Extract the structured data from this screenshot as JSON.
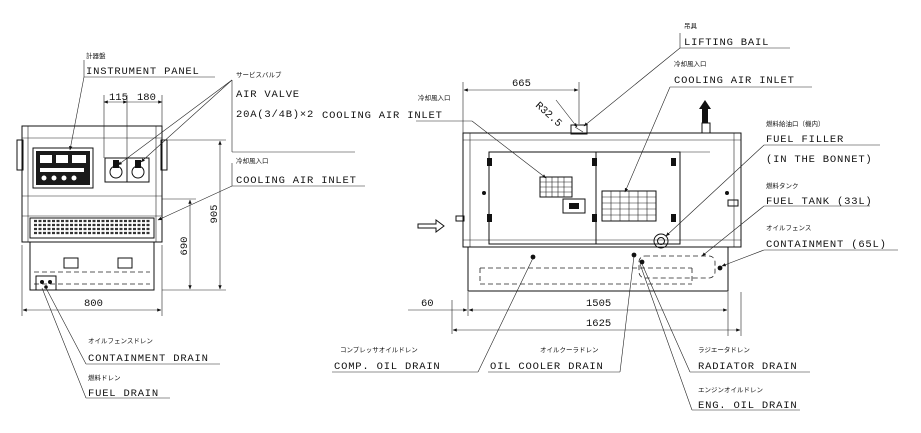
{
  "front_view": {
    "instrument_panel": {
      "jp": "計器盤",
      "en": "INSTRUMENT PANEL"
    },
    "service_valve": {
      "jp": "サービスバルブ",
      "en1": "AIR VALVE",
      "en2": "20A(3/4B)×2"
    },
    "cooling_air_inlet": {
      "jp": "冷却風入口",
      "en": "COOLING AIR INLET"
    },
    "containment_drain": {
      "jp": "オイルフェンスドレン",
      "en": "CONTAINMENT DRAIN"
    },
    "fuel_drain": {
      "jp": "燃料ドレン",
      "en": "FUEL DRAIN"
    },
    "dims": {
      "d115": "115",
      "d180": "180",
      "width": "800",
      "height_690": "690",
      "height_905": "905"
    }
  },
  "side_view": {
    "lifting_bail": {
      "jp": "吊具",
      "en": "LIFTING BAIL"
    },
    "cooling_air_inlet_left": {
      "jp": "冷却風入口",
      "en": "COOLING AIR INLET"
    },
    "cooling_air_inlet_right": {
      "jp": "冷却風入口",
      "en": "COOLING AIR INLET"
    },
    "fuel_filler": {
      "jp": "燃料給油口（機内）",
      "en1": "FUEL FILLER",
      "en2": "(IN THE BONNET)"
    },
    "fuel_tank": {
      "jp": "燃料タンク",
      "en": "FUEL TANK (33L)"
    },
    "oil_fence": {
      "jp": "オイルフェンス",
      "en": "CONTAINMENT (65L)"
    },
    "comp_oil_drain": {
      "jp": "コンプレッサオイルドレン",
      "en": "COMP. OIL DRAIN"
    },
    "oil_cooler_drain": {
      "jp": "オイルクーラドレン",
      "en": "OIL COOLER DRAIN"
    },
    "radiator_drain": {
      "jp": "ラジエータドレン",
      "en": "RADIATOR DRAIN"
    },
    "eng_oil_drain": {
      "jp": "エンジンオイルドレン",
      "en": "ENG. OIL DRAIN"
    },
    "dims": {
      "d665": "665",
      "radius": "R32.5",
      "d60": "60",
      "d1505": "1505",
      "d1625": "1625"
    }
  }
}
